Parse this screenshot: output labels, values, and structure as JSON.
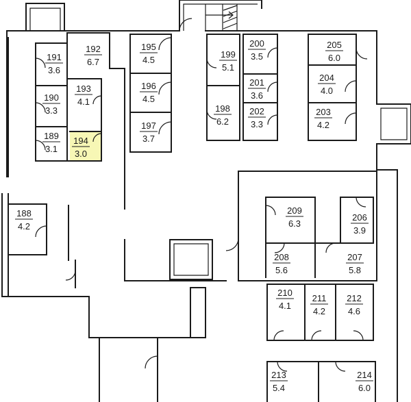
{
  "highlight_color": "#f7f7b5",
  "line_color": "#1a1a1a",
  "rooms": [
    {
      "id": "191",
      "number": "191",
      "area": "3.6"
    },
    {
      "id": "192",
      "number": "192",
      "area": "6.7"
    },
    {
      "id": "190",
      "number": "190",
      "area": "3.3"
    },
    {
      "id": "193",
      "number": "193",
      "area": "4.1"
    },
    {
      "id": "189",
      "number": "189",
      "area": "3.1"
    },
    {
      "id": "194",
      "number": "194",
      "area": "3.0",
      "highlighted": true
    },
    {
      "id": "195",
      "number": "195",
      "area": "4.5"
    },
    {
      "id": "196",
      "number": "196",
      "area": "4.5"
    },
    {
      "id": "197",
      "number": "197",
      "area": "3.7"
    },
    {
      "id": "199",
      "number": "199",
      "area": "5.1"
    },
    {
      "id": "198",
      "number": "198",
      "area": "6.2"
    },
    {
      "id": "200",
      "number": "200",
      "area": "3.5"
    },
    {
      "id": "201",
      "number": "201",
      "area": "3.6"
    },
    {
      "id": "202",
      "number": "202",
      "area": "3.3"
    },
    {
      "id": "205",
      "number": "205",
      "area": "6.0"
    },
    {
      "id": "204",
      "number": "204",
      "area": "4.0"
    },
    {
      "id": "203",
      "number": "203",
      "area": "4.2"
    },
    {
      "id": "188",
      "number": "188",
      "area": "4.2"
    },
    {
      "id": "209",
      "number": "209",
      "area": "6.3"
    },
    {
      "id": "206",
      "number": "206",
      "area": "3.9"
    },
    {
      "id": "208",
      "number": "208",
      "area": "5.6"
    },
    {
      "id": "207",
      "number": "207",
      "area": "5.8"
    },
    {
      "id": "210",
      "number": "210",
      "area": "4.1"
    },
    {
      "id": "211",
      "number": "211",
      "area": "4.2"
    },
    {
      "id": "212",
      "number": "212",
      "area": "4.6"
    },
    {
      "id": "213",
      "number": "213",
      "area": "5.4"
    },
    {
      "id": "214",
      "number": "214",
      "area": "6.0"
    }
  ]
}
